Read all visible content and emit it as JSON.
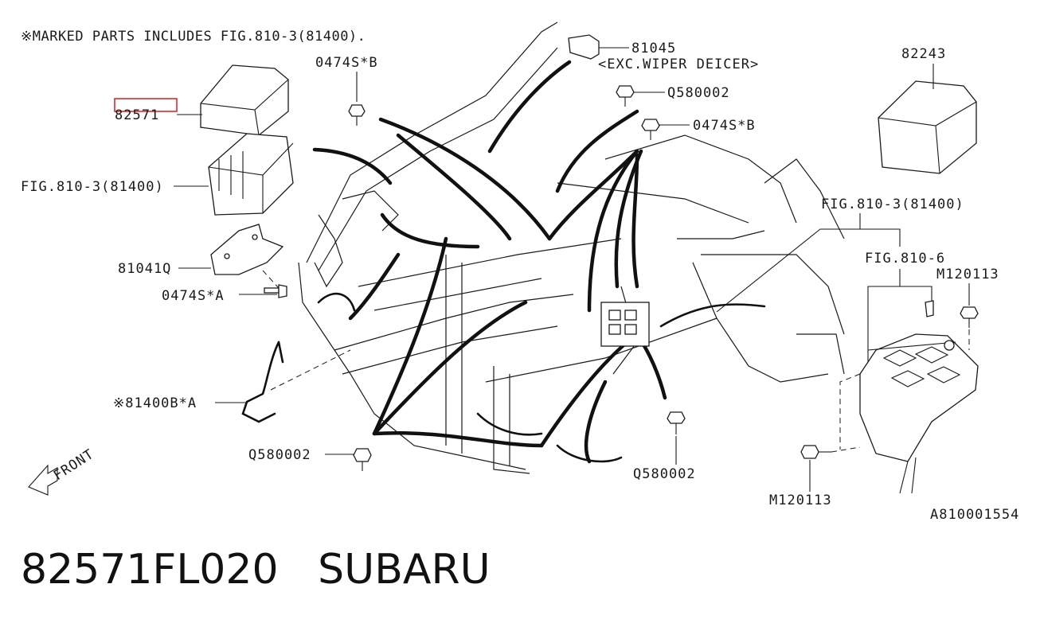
{
  "note": "※MARKED PARTS INCLUDES FIG.810-3(81400).",
  "callouts": {
    "fuse_cover": "82571",
    "fig_810_3_left": "FIG.810-3(81400)",
    "bracket": "81041Q",
    "bolt_a_left": "0474S*A",
    "harness_b": "※81400B*A",
    "bolt_q_bottom_left": "Q580002",
    "bolt_b_top": "0474S*B",
    "connector": "81045",
    "exc_wiper": "<EXC.WIPER DEICER>",
    "bolt_q_top": "Q580002",
    "bolt_b_right": "0474S*B",
    "cover_right": "82243",
    "fig_810_3_right": "FIG.810-3(81400)",
    "fig_810_6": "FIG.810-6",
    "bolt_m_top": "M120113",
    "bolt_m_bottom": "M120113",
    "bolt_q_bottom_center": "Q580002",
    "front": "FRONT",
    "drawing_id": "A810001554"
  },
  "caption": "82571FL020   SUBARU",
  "colors": {
    "highlight": "#e0282e",
    "ink": "#1a1a1a"
  }
}
